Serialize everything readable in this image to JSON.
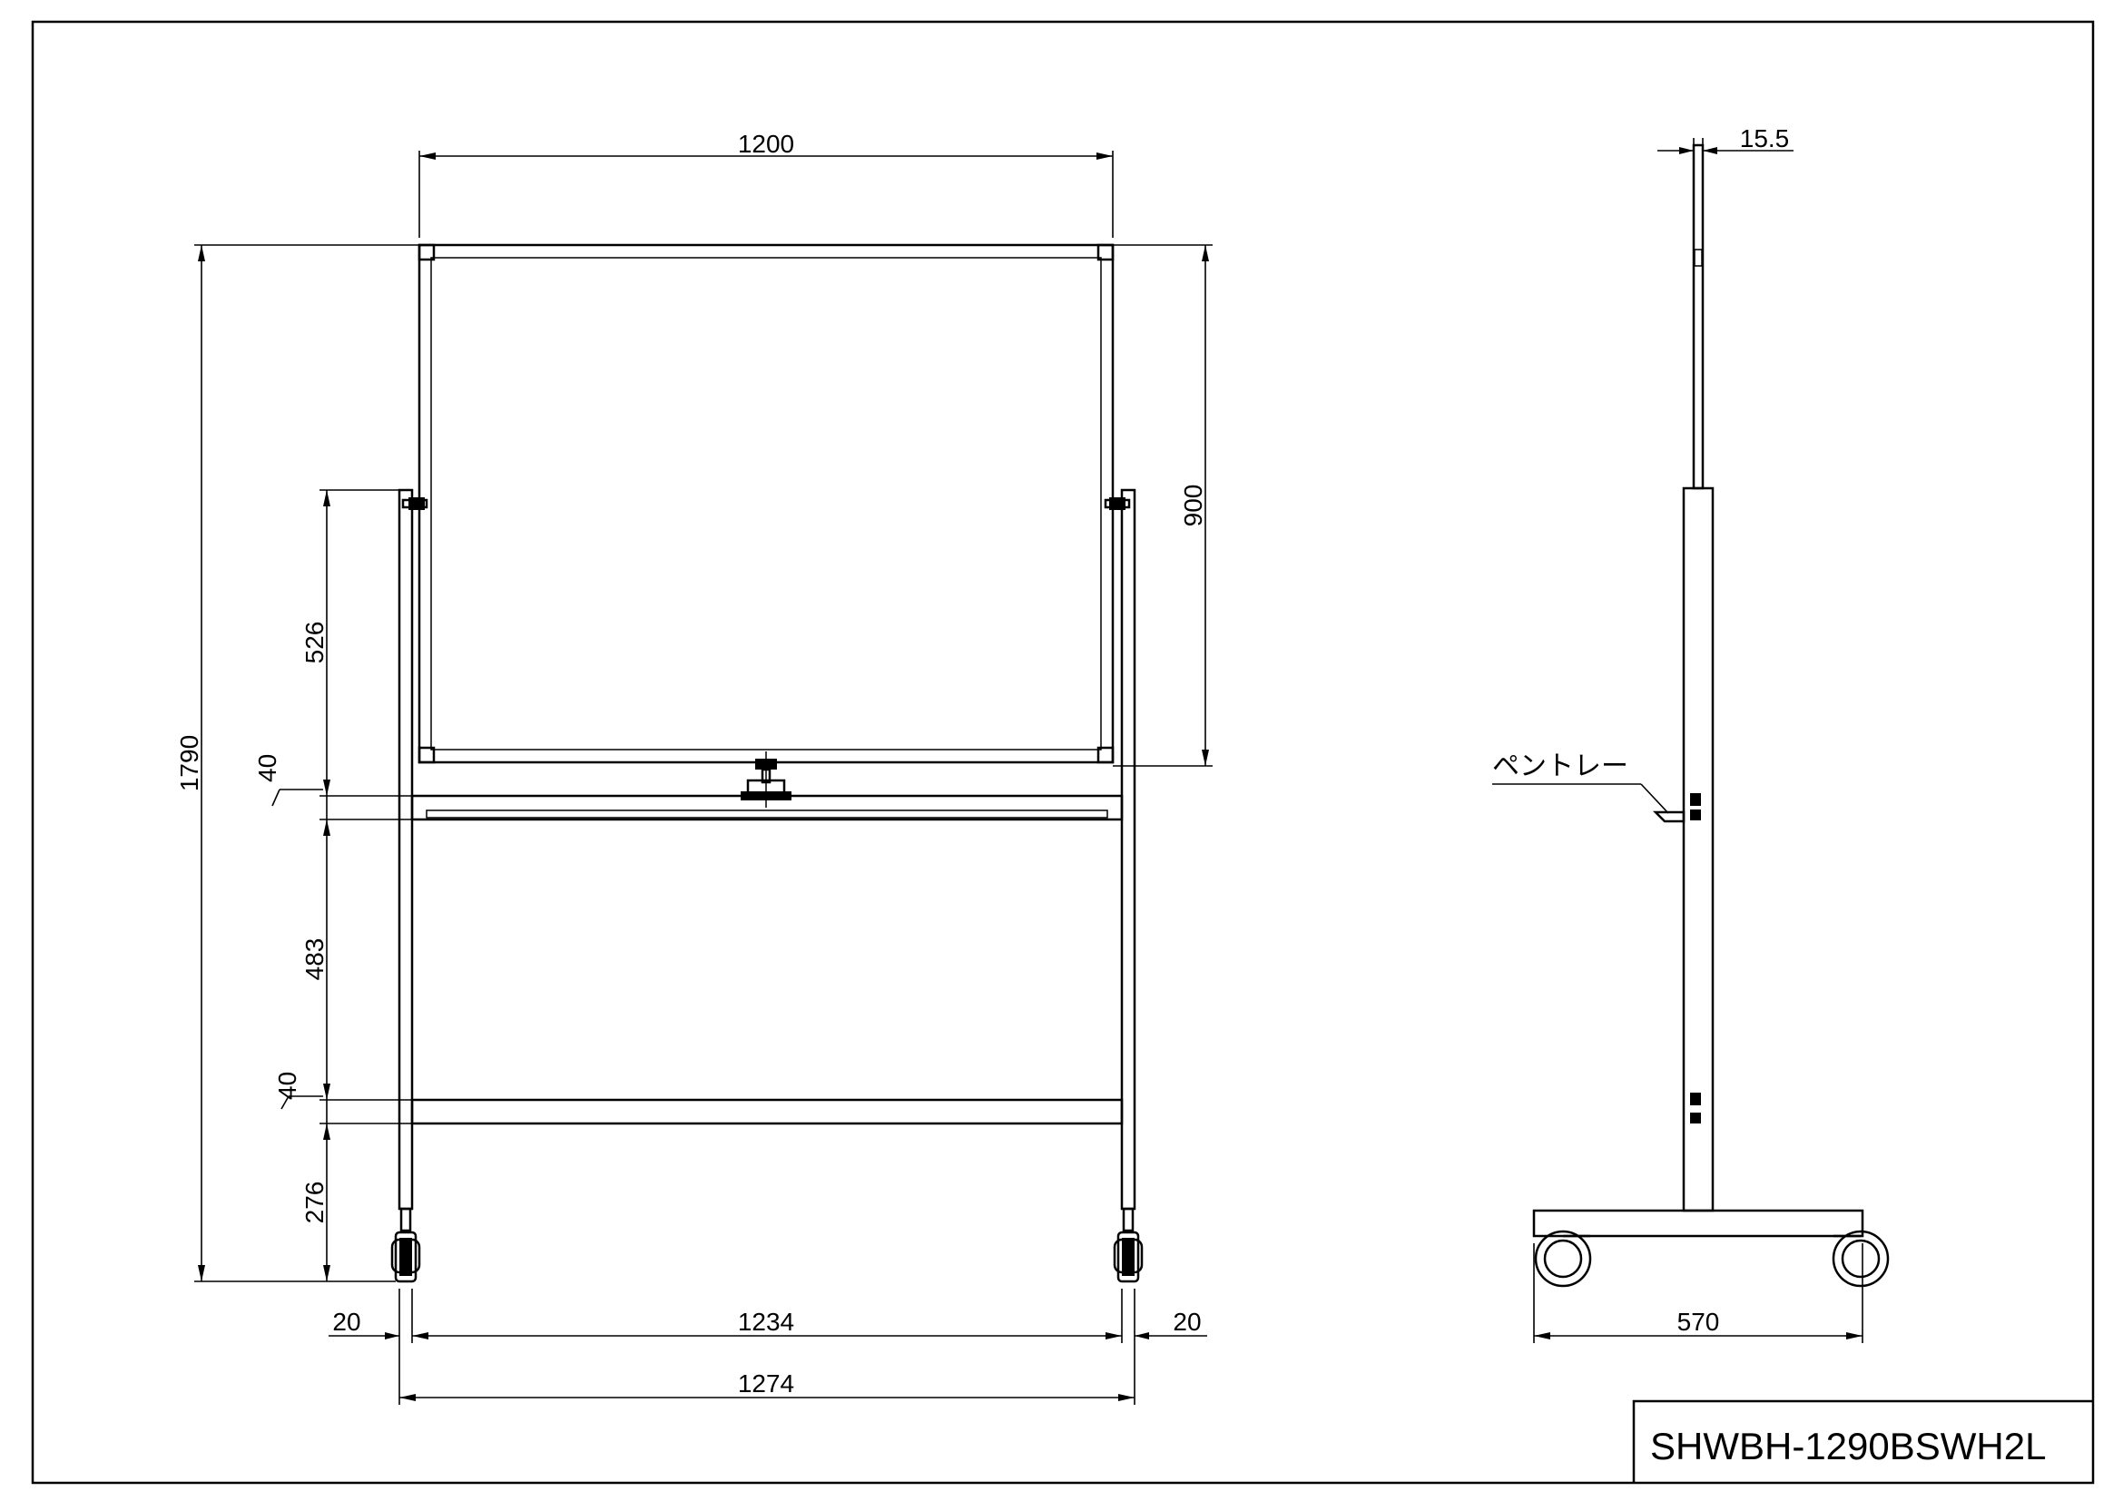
{
  "drawing": {
    "model_number": "SHWBH-1290BSWH2L",
    "pen_tray_label": "ペントレー",
    "front_view": {
      "board_width": "1200",
      "overall_height": "1790",
      "board_height": "900",
      "dim_upper_gap": "526",
      "dim_upper_bar": "40",
      "dim_middle_gap": "483",
      "dim_lower_bar": "40",
      "dim_bottom": "276",
      "dim_left_leg": "20",
      "dim_inner_width": "1234",
      "dim_right_leg": "20",
      "dim_overall_width": "1274"
    },
    "side_view": {
      "board_thickness": "15.5",
      "base_width": "570"
    }
  }
}
